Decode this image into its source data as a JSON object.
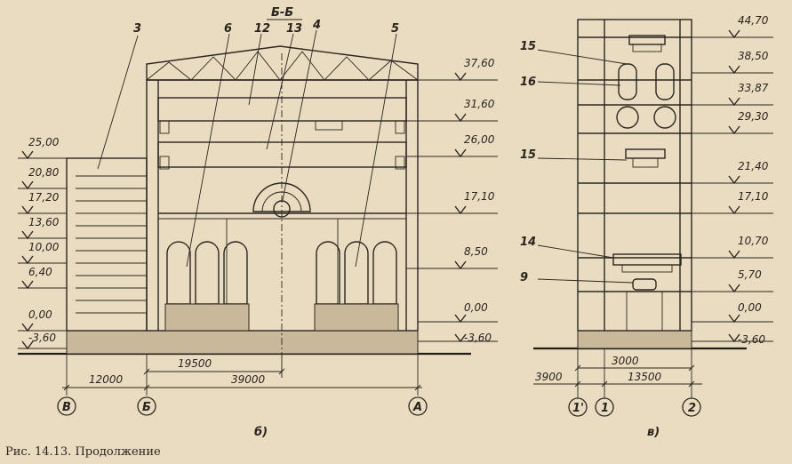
{
  "section_title": "Б-Б",
  "caption": "Рис. 14.13. Продолжение",
  "view_b": {
    "sublabel": "б)",
    "callouts": [
      "3",
      "6",
      "12",
      "13",
      "4",
      "5"
    ],
    "left_levels": [
      "25,00",
      "20,80",
      "17,20",
      "13,60",
      "10,00",
      "6,40",
      "0,00",
      "-3,60"
    ],
    "right_levels": [
      "37,60",
      "31,60",
      "26,00",
      "17,10",
      "8,50",
      "0,00",
      "-3,60"
    ],
    "dims": [
      "12000",
      "19500",
      "39000"
    ],
    "axes": [
      "В",
      "Б",
      "А"
    ]
  },
  "view_v": {
    "sublabel": "в)",
    "callouts": [
      "15",
      "16",
      "15",
      "14",
      "9"
    ],
    "right_levels": [
      "44,70",
      "38,50",
      "33,87",
      "29,30",
      "21,40",
      "17,10",
      "10,70",
      "5,70",
      "0,00",
      "-3,60"
    ],
    "dims": [
      "3900",
      "3000",
      "13500"
    ],
    "axes": [
      "1'",
      "1",
      "2"
    ]
  }
}
